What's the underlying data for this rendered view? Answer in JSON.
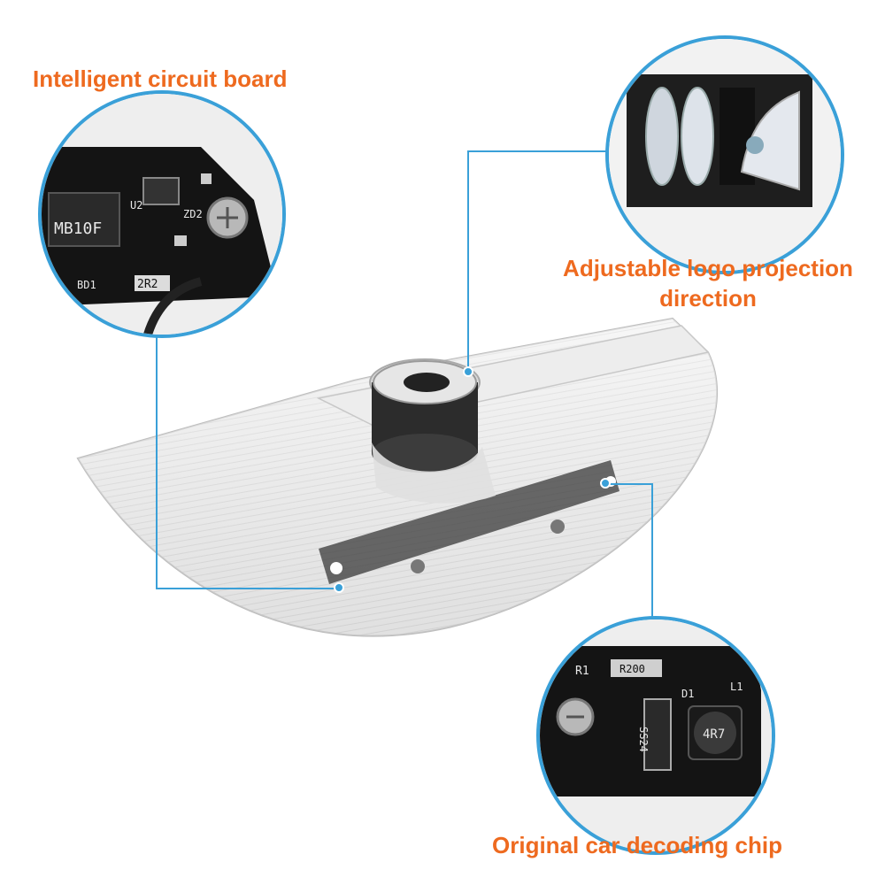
{
  "callouts": {
    "board": "Intelligent circuit board",
    "direction_line1": "Adjustable logo projection",
    "direction_line2": "direction",
    "chip": "Original car decoding chip"
  },
  "pcb_markings": {
    "bridge": "MB10F",
    "u2": "U2",
    "zd2": "ZD2",
    "r2": "2R2",
    "bd1": "BD1",
    "r1": "R1",
    "r200": "R200",
    "ss24": "SS24",
    "d1": "D1",
    "l1": "L1",
    "inductor": "4R7"
  },
  "colors": {
    "accent_orange": "#ee6a1f",
    "callout_blue": "#3aa0d8",
    "pcb_black": "#141414"
  }
}
